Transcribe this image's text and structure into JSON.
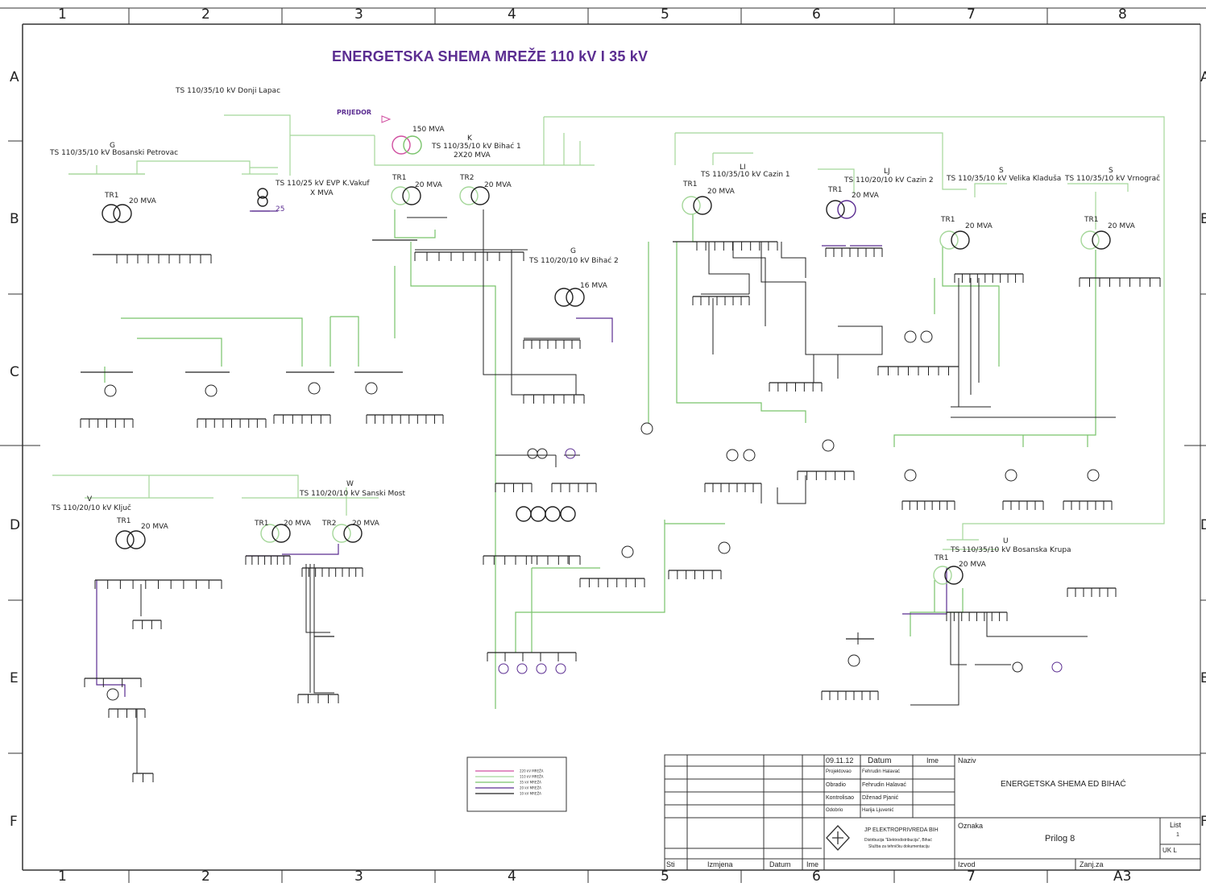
{
  "title": "ENERGETSKA SHEMA MREŽE 110 kV I 35 kV",
  "border": {
    "columns": [
      "1",
      "2",
      "3",
      "4",
      "5",
      "6",
      "7",
      "8"
    ],
    "rows": [
      "A",
      "B",
      "C",
      "D",
      "E",
      "F"
    ]
  },
  "stations": {
    "donji_lapac": "TS 110/35/10 kV Donji Lapac",
    "prijedor": "PRIJEDOR",
    "bihac1_code": "K",
    "bihac1": "TS 110/35/10 kV Bihać 1",
    "bihac1_rating": "2X20 MVA",
    "bihac1_auto": "150 MVA",
    "bihac1_tr1": "TR1",
    "bihac1_tr2": "TR2",
    "bihac1_tr1_mva": "20 MVA",
    "bihac1_tr2_mva": "20 MVA",
    "petrovac_code": "G",
    "petrovac": "TS 110/35/10 kV Bosanski Petrovac",
    "petrovac_tr": "TR1",
    "petrovac_mva": "20 MVA",
    "kvakuf": "TS 110/25 kV EVP K.Vakuf",
    "kvakuf_mva": "X MVA",
    "kvakuf_bus": "25",
    "bihac2_code": "G",
    "bihac2": "TS 110/20/10 kV Bihać 2",
    "bihac2_mva": "16 MVA",
    "cazin1_code": "LI",
    "cazin1": "TS 110/35/10 kV Cazin 1",
    "cazin1_tr": "TR1",
    "cazin1_mva": "20 MVA",
    "cazin2_code": "LJ",
    "cazin2": "TS 110/20/10 kV Cazin 2",
    "cazin2_tr": "TR1",
    "cazin2_mva": "20 MVA",
    "kladusa_code": "S",
    "kladusa": "TS 110/35/10 kV Velika Kladuša",
    "kladusa_tr": "TR1",
    "kladusa_mva": "20 MVA",
    "vrnograc_code": "S",
    "vrnograc": "TS 110/35/10 kV Vrnograč",
    "vrnograc_tr": "TR1",
    "vrnograc_mva": "20 MVA",
    "kljuc_code": "V",
    "kljuc": "TS 110/20/10 kV Ključ",
    "kljuc_tr": "TR1",
    "kljuc_mva": "20 MVA",
    "sanski_code": "W",
    "sanski": "TS 110/20/10 kV Sanski Most",
    "sanski_tr1": "TR1",
    "sanski_tr2": "TR2",
    "sanski_tr1_mva": "20 MVA",
    "sanski_tr2_mva": "20 MVA",
    "krupa_code": "U",
    "krupa": "TS 110/35/10 kV Bosanska Krupa",
    "krupa_tr": "TR1",
    "krupa_mva": "20 MVA"
  },
  "legend": {
    "items": [
      {
        "label": "220 kV MREŽA",
        "color": "#d04fa0"
      },
      {
        "label": "110 kV MREŽA",
        "color": "#a5d79a"
      },
      {
        "label": "35 kV MREŽA",
        "color": "#79c36b"
      },
      {
        "label": "20 kV MREŽA",
        "color": "#5b2d91"
      },
      {
        "label": "10 kV MREŽA",
        "color": "#222222"
      }
    ]
  },
  "title_block": {
    "date": "09.11.12",
    "col_datum": "Datum",
    "col_ime": "Ime",
    "rows": [
      {
        "role": "Projektovao",
        "name": "Fehrudin Halavać"
      },
      {
        "role": "Obradio",
        "name": "Fehrudin Halavać"
      },
      {
        "role": "Kontrolisao",
        "name": "Dženad Pjanić"
      },
      {
        "role": "Odobrio",
        "name": "Harija Ljuvenić"
      }
    ],
    "naziv_label": "Naziv",
    "naziv": "ENERGETSKA SHEMA ED BIHAĆ",
    "oznaka_label": "Oznaka",
    "oznaka": "Prilog 8",
    "list_label": "List",
    "list_value": "1",
    "list_total": "UK L",
    "company": "JP ELEKTROPRIVREDA BIH",
    "company_sub1": "Distribucija \"Elektrodistribucija\", Bihać",
    "company_sub2": "Služba za tehničku dokumentaciju",
    "foot_sti": "Sti",
    "foot_izmjena": "Izmjena",
    "foot_datum": "Datum",
    "foot_ime": "Ime",
    "izvod": "Izvod",
    "zanj": "Zanj.za",
    "format": "A3"
  },
  "colors": {
    "k110": "#a5d79a",
    "k35": "#79c36b",
    "k20": "#5b2d91",
    "k10": "#222222",
    "accent": "#5b2d91"
  }
}
